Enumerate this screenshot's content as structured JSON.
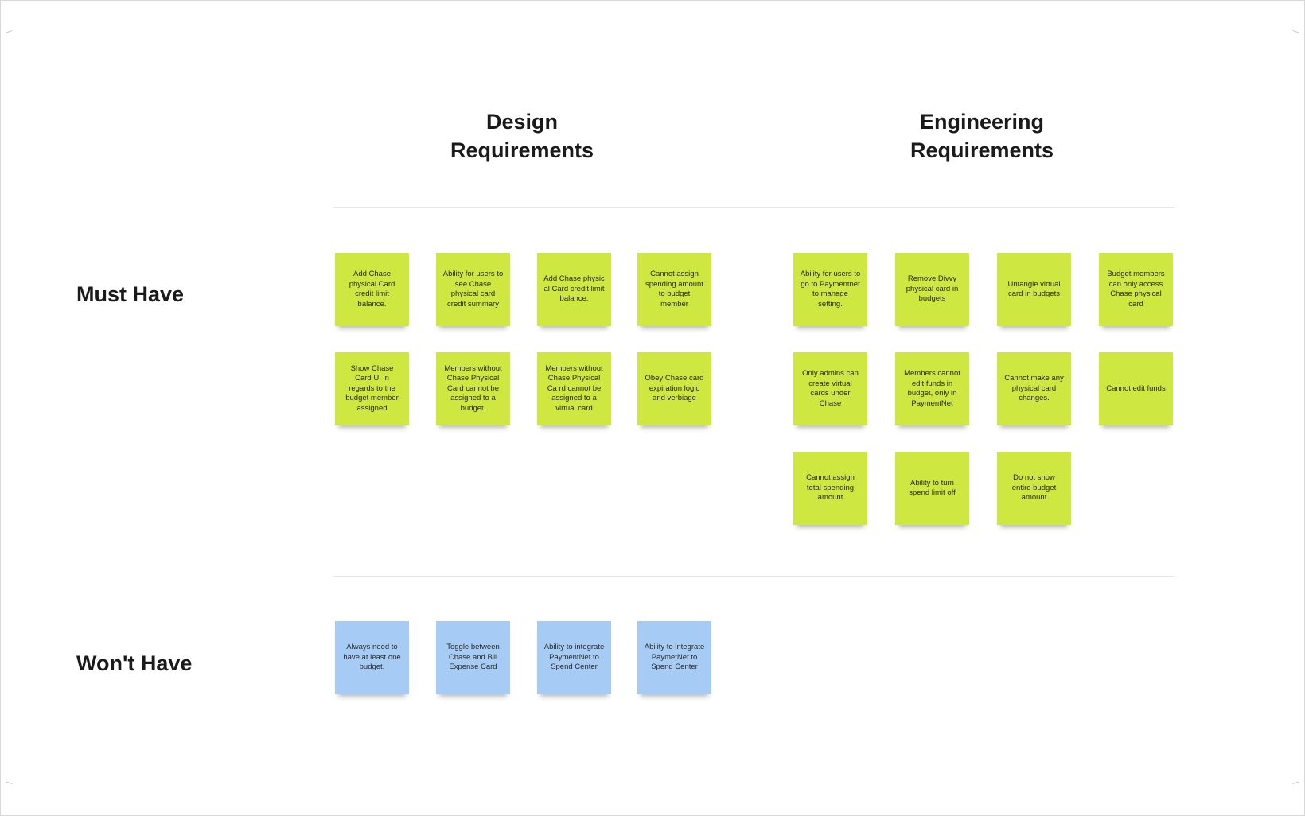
{
  "columns": {
    "design": "Design\nRequirements",
    "engineering": "Engineering\nRequirements"
  },
  "rows": {
    "must_have": "Must Have",
    "wont_have": "Won't Have"
  },
  "colors": {
    "must_have_sticky": "#cee741",
    "wont_have_sticky": "#a6ccf5"
  },
  "design_must": [
    "Add Chase physical Card credit limit balance.",
    "Ability for users to see Chase physical card credit summary",
    "Add Chase physic al Card credit limit balance.",
    "Cannot assign spending amount to budget member",
    "Show Chase Card UI in regards to the budget member assigned",
    "Members without Chase Physical Card cannot be assigned to a budget.",
    "Members without Chase Physical Ca rd cannot be assigned to a virtual card",
    "Obey Chase card expiration logic and verbiage"
  ],
  "engineering_must": [
    "Ability for users to go to Paymentnet to manage setting.",
    "Remove Divvy physical card in budgets",
    "Untangle virtual card in budgets",
    "Budget members can only access Chase physical card",
    "Only admins can create virtual cards under Chase",
    "Members cannot edit funds in budget, only in PaymentNet",
    "Cannot make any physical card changes.",
    "Cannot edit funds",
    "Cannot assign total spending amount",
    "Ability to turn spend limit off",
    "Do not show entire budget amount"
  ],
  "design_wont": [
    "Always need to have at least one budget.",
    "Toggle between Chase and Bill Expense Card",
    "Ability to integrate PaymentNet to Spend Center",
    "Ability to integrate PaymetNet to Spend Center"
  ]
}
